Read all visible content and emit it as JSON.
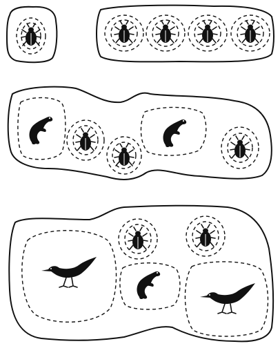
{
  "diagram": {
    "description_free": true,
    "groups": [
      {
        "id": "group-1",
        "members": [
          {
            "kind": "beetle"
          }
        ]
      },
      {
        "id": "group-2",
        "members": [
          {
            "kind": "beetle"
          },
          {
            "kind": "beetle"
          },
          {
            "kind": "beetle"
          },
          {
            "kind": "beetle"
          }
        ]
      },
      {
        "id": "group-3",
        "members": [
          {
            "kind": "weasel"
          },
          {
            "kind": "beetle"
          },
          {
            "kind": "beetle"
          },
          {
            "kind": "weasel"
          },
          {
            "kind": "beetle"
          }
        ]
      },
      {
        "id": "group-4",
        "members": [
          {
            "kind": "bird"
          },
          {
            "kind": "beetle"
          },
          {
            "kind": "beetle"
          },
          {
            "kind": "weasel"
          },
          {
            "kind": "bird"
          }
        ]
      }
    ],
    "icons": {
      "beetle": "beetle-icon",
      "weasel": "weasel-icon",
      "bird": "bird-icon"
    },
    "colors": {
      "ink": "#111111",
      "background": "#ffffff"
    }
  }
}
